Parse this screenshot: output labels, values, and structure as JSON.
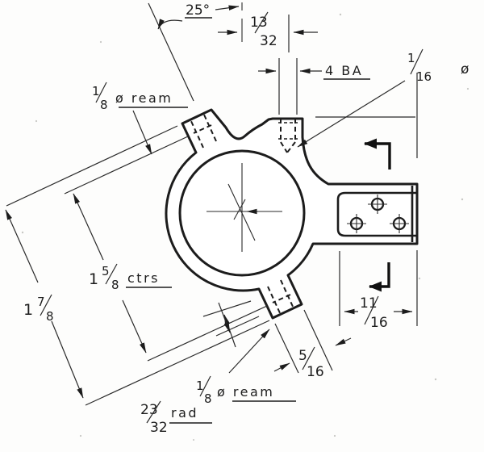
{
  "drawing": {
    "labels": {
      "angle": {
        "text": "25°"
      },
      "top_offset": {
        "num": "13",
        "den": "32"
      },
      "tapped_hole": {
        "text": "4 BA"
      },
      "oil_hole": {
        "num": "1",
        "den": "16",
        "dia": "ø"
      },
      "ream_top": {
        "num": "1",
        "den": "8",
        "text": "ø ream"
      },
      "centres": {
        "whole": "1",
        "num": "5",
        "den": "8",
        "text": "ctrs"
      },
      "overall": {
        "whole": "1",
        "num": "7",
        "den": "8"
      },
      "radius": {
        "num": "23",
        "den": "32",
        "text": "rad"
      },
      "recess_width": {
        "num": "11",
        "den": "16"
      },
      "lug_width": {
        "num": "5",
        "den": "16"
      },
      "ream_bottom": {
        "num": "1",
        "den": "8",
        "text": "ø ream"
      }
    }
  }
}
